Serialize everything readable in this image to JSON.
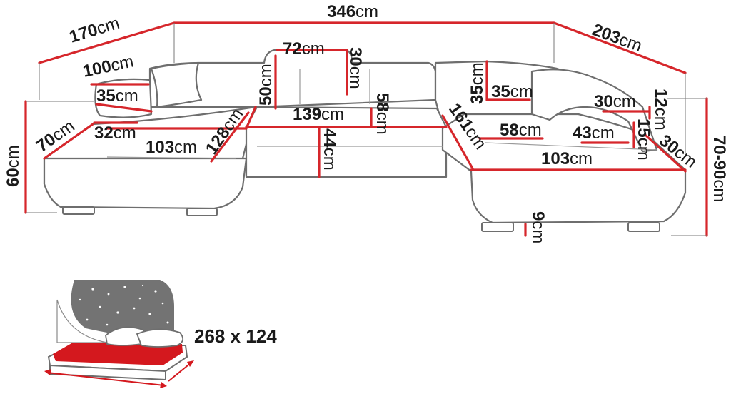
{
  "dimensions": {
    "total_width": {
      "num": "346",
      "unit": "cm"
    },
    "left_depth": {
      "num": "170",
      "unit": "cm"
    },
    "right_depth": {
      "num": "203",
      "unit": "cm"
    },
    "left_arm_length": {
      "num": "100",
      "unit": "cm"
    },
    "left_arm_height": {
      "num": "35",
      "unit": "cm"
    },
    "left_chaise_width": {
      "num": "70",
      "unit": "cm"
    },
    "left_arm_width": {
      "num": "32",
      "unit": "cm"
    },
    "left_chaise_length": {
      "num": "103",
      "unit": "cm"
    },
    "left_diagonal": {
      "num": "128",
      "unit": "cm"
    },
    "total_height": {
      "num": "60",
      "unit": "cm"
    },
    "headrest_width": {
      "num": "72",
      "unit": "cm"
    },
    "headrest_depth": {
      "num": "30",
      "unit": "cm"
    },
    "back_height": {
      "num": "50",
      "unit": "cm"
    },
    "middle_width": {
      "num": "139",
      "unit": "cm"
    },
    "seat_depth": {
      "num": "58",
      "unit": "cm"
    },
    "seat_height": {
      "num": "44",
      "unit": "cm"
    },
    "right_headrest_h": {
      "num": "35",
      "unit": "cm"
    },
    "right_headrest_w": {
      "num": "35",
      "unit": "cm"
    },
    "right_diagonal": {
      "num": "161",
      "unit": "cm"
    },
    "right_seat_depth": {
      "num": "58",
      "unit": "cm"
    },
    "right_arm_top": {
      "num": "30",
      "unit": "cm"
    },
    "right_arm_12": {
      "num": "12",
      "unit": "cm"
    },
    "right_arm_43": {
      "num": "43",
      "unit": "cm"
    },
    "right_arm_15": {
      "num": "15",
      "unit": "cm"
    },
    "right_arm_30b": {
      "num": "30",
      "unit": "cm"
    },
    "right_chaise_length": {
      "num": "103",
      "unit": "cm"
    },
    "right_height": {
      "num": "70-90",
      "unit": "cm"
    },
    "leg_height": {
      "num": "9",
      "unit": "cm"
    }
  },
  "bed_size": "268 x 124",
  "icons": [
    "sleeping-function-icon"
  ],
  "colors": {
    "measure_line": "#d6262b",
    "outline": "#6e6e6e",
    "night_sky": "#737373"
  }
}
